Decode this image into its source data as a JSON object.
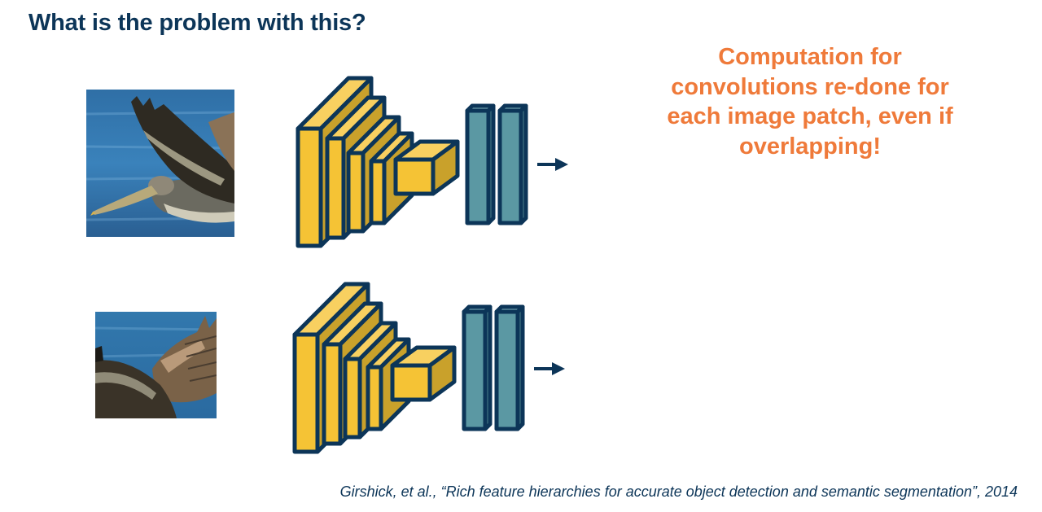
{
  "slide": {
    "title": "What is the problem with this?",
    "callout": "Computation for convolutions re-done for each image patch, even if overlapping!",
    "citation": "Girshick, et al., “Rich feature hierarchies for accurate object detection and semantic segmentation”, 2014"
  },
  "rows": [
    {
      "image": "pelican-patch-1",
      "network": "cnn-diagram",
      "output": "right-arrow-icon"
    },
    {
      "image": "pelican-patch-2",
      "network": "cnn-diagram",
      "output": "right-arrow-icon"
    }
  ],
  "colors": {
    "title": "#0c3558",
    "callout": "#ef7a3a",
    "conv_front": "#f5c335",
    "conv_top": "#f8d060",
    "conv_side": "#c9a12b",
    "fc": "#5b98a3",
    "outline": "#0c3558"
  }
}
